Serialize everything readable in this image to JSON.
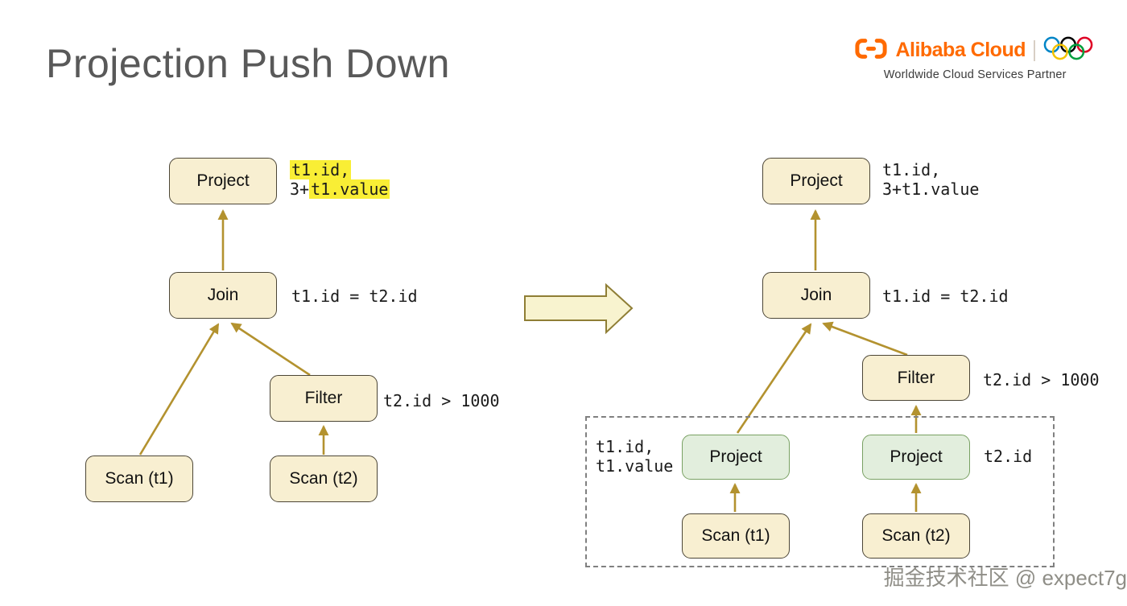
{
  "slide": {
    "title": "Projection Push Down",
    "watermark": "掘金技术社区 @ expect7g"
  },
  "logo": {
    "brand": "Alibaba Cloud",
    "tagline": "Worldwide Cloud Services Partner",
    "icons": [
      "alibaba-bracket-icon",
      "olympic-rings-icon"
    ]
  },
  "colors": {
    "node_fill": "#f8efd1",
    "node_border": "#4c4636",
    "pushed_node_fill": "#e2eedd",
    "pushed_node_border": "#79a163",
    "arrow": "#b3922f",
    "highlight_yellow": "#f9ee35",
    "dashed_border": "#808080",
    "brand_orange": "#ff6a00",
    "ring_blue": "#0085c7",
    "ring_black": "#000000",
    "ring_red": "#df0024",
    "ring_yellow": "#f4c300",
    "ring_green": "#009f3d",
    "title_gray": "#595959"
  },
  "left_tree": {
    "project_label": "Project",
    "project_ann_hl1": "t1.id,",
    "project_ann_plain": "3+",
    "project_ann_hl2": "t1.value",
    "join_label": "Join",
    "join_ann": "t1.id = t2.id",
    "filter_label": "Filter",
    "filter_ann": "t2.id > 1000",
    "scan1_label": "Scan (t1)",
    "scan2_label": "Scan (t2)"
  },
  "right_tree": {
    "project_label": "Project",
    "project_ann_l1": "t1.id,",
    "project_ann_l2": "3+t1.value",
    "join_label": "Join",
    "join_ann": "t1.id = t2.id",
    "filter_label": "Filter",
    "filter_ann": "t2.id > 1000",
    "pushed_project1_label": "Project",
    "pushed_project1_ann_l1": "t1.id,",
    "pushed_project1_ann_l2": "t1.value",
    "pushed_project2_label": "Project",
    "pushed_project2_ann": "t2.id",
    "scan1_label": "Scan (t1)",
    "scan2_label": "Scan (t2)"
  }
}
